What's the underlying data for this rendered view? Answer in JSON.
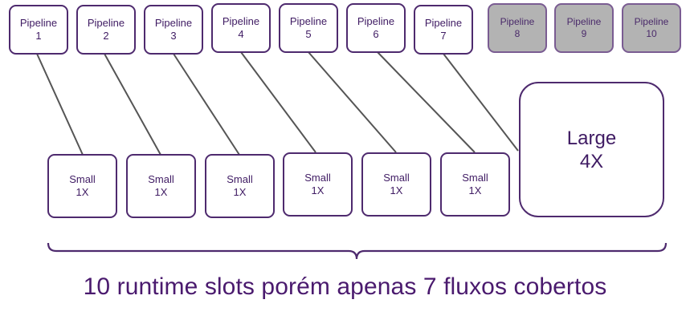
{
  "pipelines": [
    {
      "line1": "Pipeline",
      "line2": "1",
      "active": true
    },
    {
      "line1": "Pipeline",
      "line2": "2",
      "active": true
    },
    {
      "line1": "Pipeline",
      "line2": "3",
      "active": true
    },
    {
      "line1": "Pipeline",
      "line2": "4",
      "active": true
    },
    {
      "line1": "Pipeline",
      "line2": "5",
      "active": true
    },
    {
      "line1": "Pipeline",
      "line2": "6",
      "active": true
    },
    {
      "line1": "Pipeline",
      "line2": "7",
      "active": true
    },
    {
      "line1": "Pipeline",
      "line2": "8",
      "active": false
    },
    {
      "line1": "Pipeline",
      "line2": "9",
      "active": false
    },
    {
      "line1": "Pipeline",
      "line2": "10",
      "active": false
    }
  ],
  "slots": [
    {
      "line1": "Small",
      "line2": "1X"
    },
    {
      "line1": "Small",
      "line2": "1X"
    },
    {
      "line1": "Small",
      "line2": "1X"
    },
    {
      "line1": "Small",
      "line2": "1X"
    },
    {
      "line1": "Small",
      "line2": "1X"
    },
    {
      "line1": "Small",
      "line2": "1X"
    }
  ],
  "large_slot": {
    "line1": "Large",
    "line2": "4X"
  },
  "caption": "10 runtime slots porém apenas 7 fluxos cobertos",
  "colors": {
    "border": "#4e2a6e",
    "text": "#3f1b63",
    "inactive_fill": "#b3b3b3",
    "connector": "#555555"
  }
}
